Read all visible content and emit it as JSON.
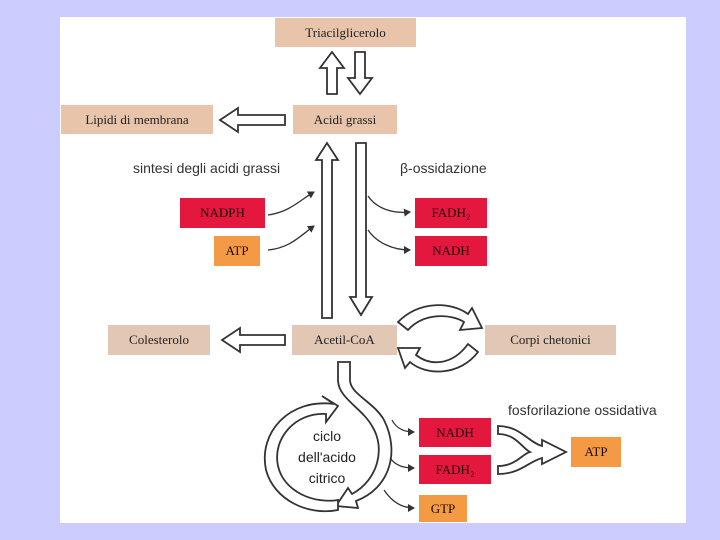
{
  "boxes": {
    "triacilgliceroli": "Triacilglicerolo",
    "lipidi": "Lipidi di membrana",
    "acidi_grassi": "Acidi grassi",
    "nadph": "NADPH",
    "atp_left": "ATP",
    "fadh2_top": "FADH₂",
    "nadh_top": "NADH",
    "colesterolo": "Colesterolo",
    "acetil_coa": "Acetil-CoA",
    "corpi_chetonici": "Corpi chetonici",
    "nadh_bottom": "NADH",
    "fadh2_bottom": "FADH₂",
    "gtp": "GTP",
    "atp_right": "ATP"
  },
  "labels": {
    "sintesi": "sintesi degli acidi grassi",
    "beta_ossidazione": "β-ossidazione",
    "fosforilazione": "fosforilazione ossidativa",
    "ciclo_line1": "ciclo",
    "ciclo_line2": "dell'acido",
    "ciclo_line3": "citrico"
  },
  "colors": {
    "background": "#ccccff",
    "panel": "#ffffff",
    "tan_box": "#e8c4aa",
    "red_box": "#e4173f",
    "orange_box": "#f49a45"
  }
}
